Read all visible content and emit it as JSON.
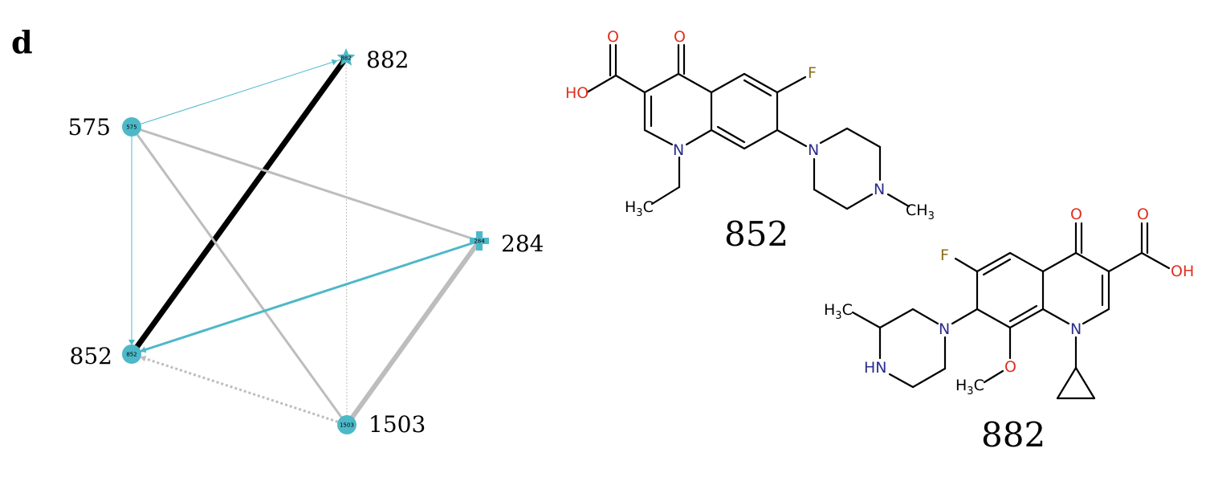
{
  "panel_letter": "d",
  "colors": {
    "node": "#4db8c8",
    "edge_teal": "#4db8c8",
    "edge_gray": "#bdbdbd",
    "edge_black": "#000000",
    "atom_O": "#e03020",
    "atom_N": "#2c2c8c",
    "atom_F": "#8a6d1a",
    "bond": "#000000"
  },
  "network": {
    "nodes": [
      {
        "id": "882",
        "label": "882",
        "inner": "882",
        "shape": "star"
      },
      {
        "id": "575",
        "label": "575",
        "inner": "575",
        "shape": "circle"
      },
      {
        "id": "284",
        "label": "284",
        "inner": "284",
        "shape": "plus"
      },
      {
        "id": "852",
        "label": "852",
        "inner": "852",
        "shape": "circle"
      },
      {
        "id": "1503",
        "label": "1503",
        "inner": "1503",
        "shape": "circle"
      }
    ],
    "edges": [
      {
        "from": "575",
        "to": "882",
        "color": "teal",
        "style": "solid",
        "weight": "thin",
        "arrow": true
      },
      {
        "from": "852",
        "to": "882",
        "color": "black",
        "style": "solid",
        "weight": "heavy",
        "arrow": false
      },
      {
        "from": "882",
        "to": "1503",
        "color": "gray",
        "style": "dotted",
        "weight": "thin",
        "arrow": false
      },
      {
        "from": "575",
        "to": "284",
        "color": "gray",
        "style": "solid",
        "weight": "medium",
        "arrow": false
      },
      {
        "from": "575",
        "to": "852",
        "color": "teal",
        "style": "solid",
        "weight": "thin",
        "arrow": true
      },
      {
        "from": "575",
        "to": "1503",
        "color": "gray",
        "style": "solid",
        "weight": "medium",
        "arrow": false
      },
      {
        "from": "284",
        "to": "852",
        "color": "teal",
        "style": "solid",
        "weight": "medium",
        "arrow": true
      },
      {
        "from": "284",
        "to": "1503",
        "color": "gray",
        "style": "solid",
        "weight": "thick",
        "arrow": false
      },
      {
        "from": "1503",
        "to": "852",
        "color": "gray",
        "style": "dotted",
        "weight": "medium",
        "arrow": true
      }
    ]
  },
  "molecules": [
    {
      "caption": "852",
      "atoms": {
        "o_keto": "O",
        "o_acid": "O",
        "hydroxyl": "HO",
        "fluorine": "F",
        "n_ring": "N",
        "n_pip1": "N",
        "n_pip2": "N",
        "ethyl": {
          "h": "H",
          "sub": "3",
          "c": "C"
        },
        "methyl": {
          "c": "CH",
          "sub": "3"
        }
      }
    },
    {
      "caption": "882",
      "atoms": {
        "o_keto": "O",
        "o_acid": "O",
        "hydroxyl": "OH",
        "fluorine": "F",
        "n_ring": "N",
        "n_pip1": "N",
        "n_pip2": "HN",
        "o_methoxy": "O",
        "methyl_pip": {
          "h": "H",
          "sub": "3",
          "c": "C"
        },
        "methoxy_c": {
          "h": "H",
          "sub": "3",
          "c": "C"
        }
      }
    }
  ]
}
